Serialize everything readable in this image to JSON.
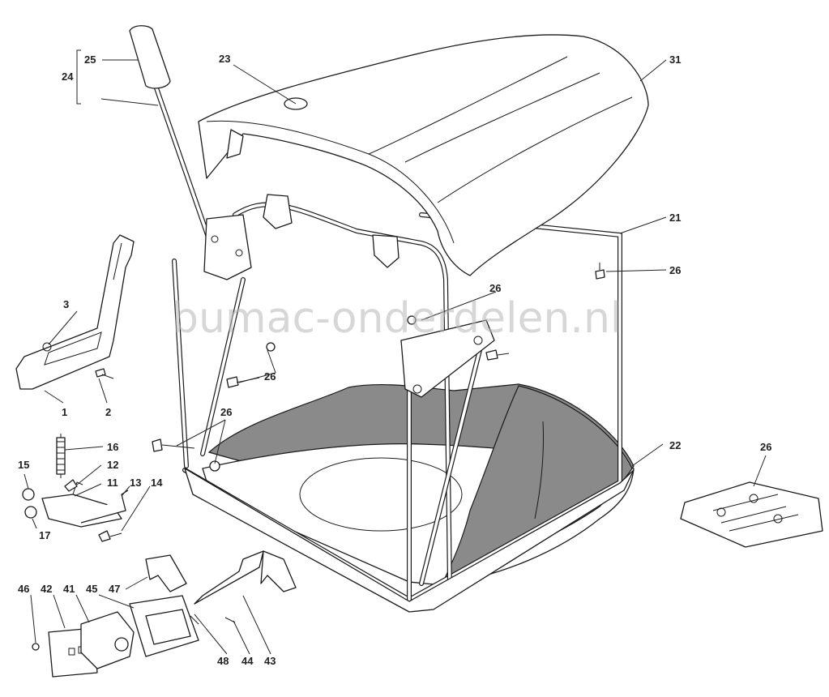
{
  "watermark": "bumac-onderdelen.nl",
  "callouts": [
    "25",
    "24",
    "23",
    "31",
    "21",
    "26",
    "26",
    "3",
    "26",
    "1",
    "2",
    "26",
    "16",
    "15",
    "12",
    "11",
    "13",
    "14",
    "17",
    "22",
    "26",
    "46",
    "42",
    "41",
    "45",
    "47",
    "48",
    "44",
    "43"
  ]
}
